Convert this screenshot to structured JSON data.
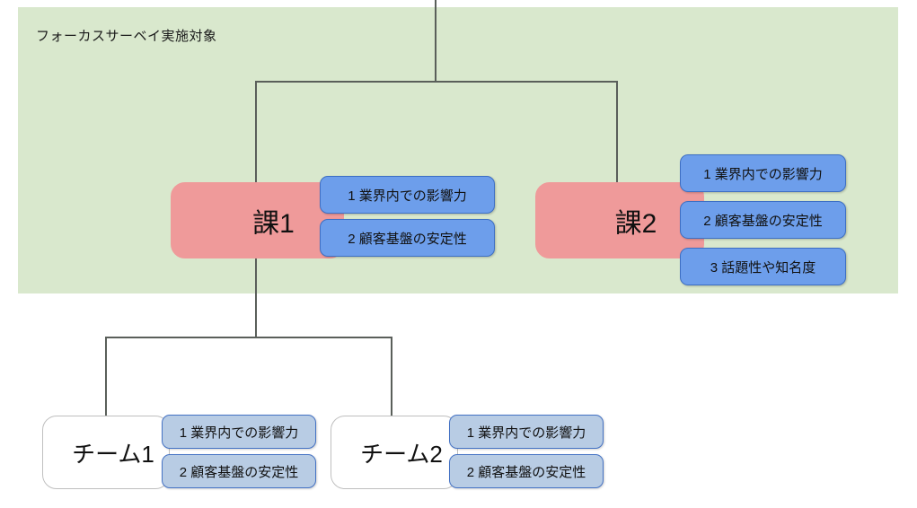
{
  "diagram": {
    "title": "",
    "colors": {
      "region_fill": "#d9e8cd",
      "dept_fill": "#ef9a9a",
      "dept_badge_fill": "#6d9eeb",
      "dept_badge_border": "#3d6fc4",
      "team_fill": "#ffffff",
      "team_border": "#bfbfbf",
      "team_badge_fill": "#b8cce4",
      "team_badge_border": "#4472c4",
      "edge": "#5a5f5a"
    },
    "region": {
      "label": "フォーカスサーベイ実施対象"
    },
    "nodes": [
      {
        "id": "dept-1",
        "label": "課1",
        "type": "department",
        "badges": [
          "1 業界内での影響力",
          "2 顧客基盤の安定性"
        ]
      },
      {
        "id": "dept-2",
        "label": "課2",
        "type": "department",
        "badges": [
          "1 業界内での影響力",
          "2 顧客基盤の安定性",
          "3 話題性や知名度"
        ]
      },
      {
        "id": "team-1",
        "label": "チーム1",
        "type": "team",
        "badges": [
          "1 業界内での影響力",
          "2 顧客基盤の安定性"
        ]
      },
      {
        "id": "team-2",
        "label": "チーム2",
        "type": "team",
        "badges": [
          "1 業界内での影響力",
          "2 顧客基盤の安定性"
        ]
      }
    ]
  }
}
